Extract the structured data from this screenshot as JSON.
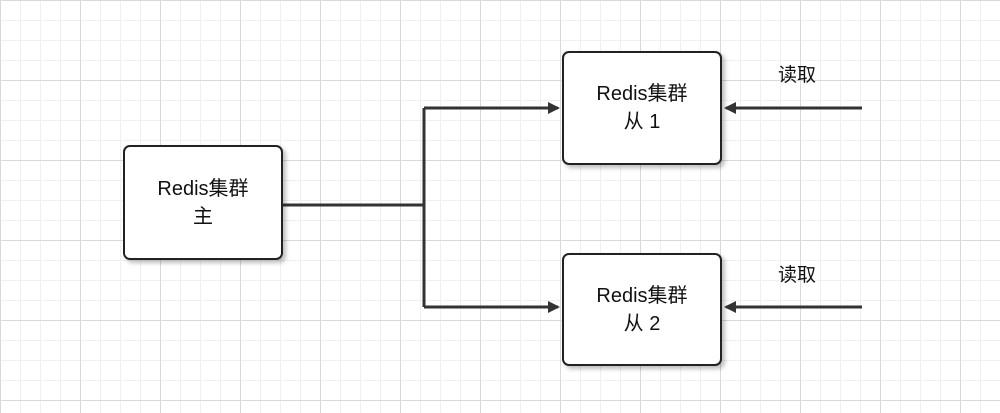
{
  "diagram": {
    "nodes": {
      "master": {
        "line1": "Redis集群",
        "line2": "主"
      },
      "slave_1": {
        "line1": "Redis集群",
        "line2": "从 1"
      },
      "slave_2": {
        "line1": "Redis集群",
        "line2": "从 2"
      }
    },
    "edge_labels": {
      "read_1": "读取",
      "read_2": "读取"
    }
  },
  "colors": {
    "stroke": "#333333",
    "grid": "#d9d9d9",
    "background": "#ffffff"
  }
}
